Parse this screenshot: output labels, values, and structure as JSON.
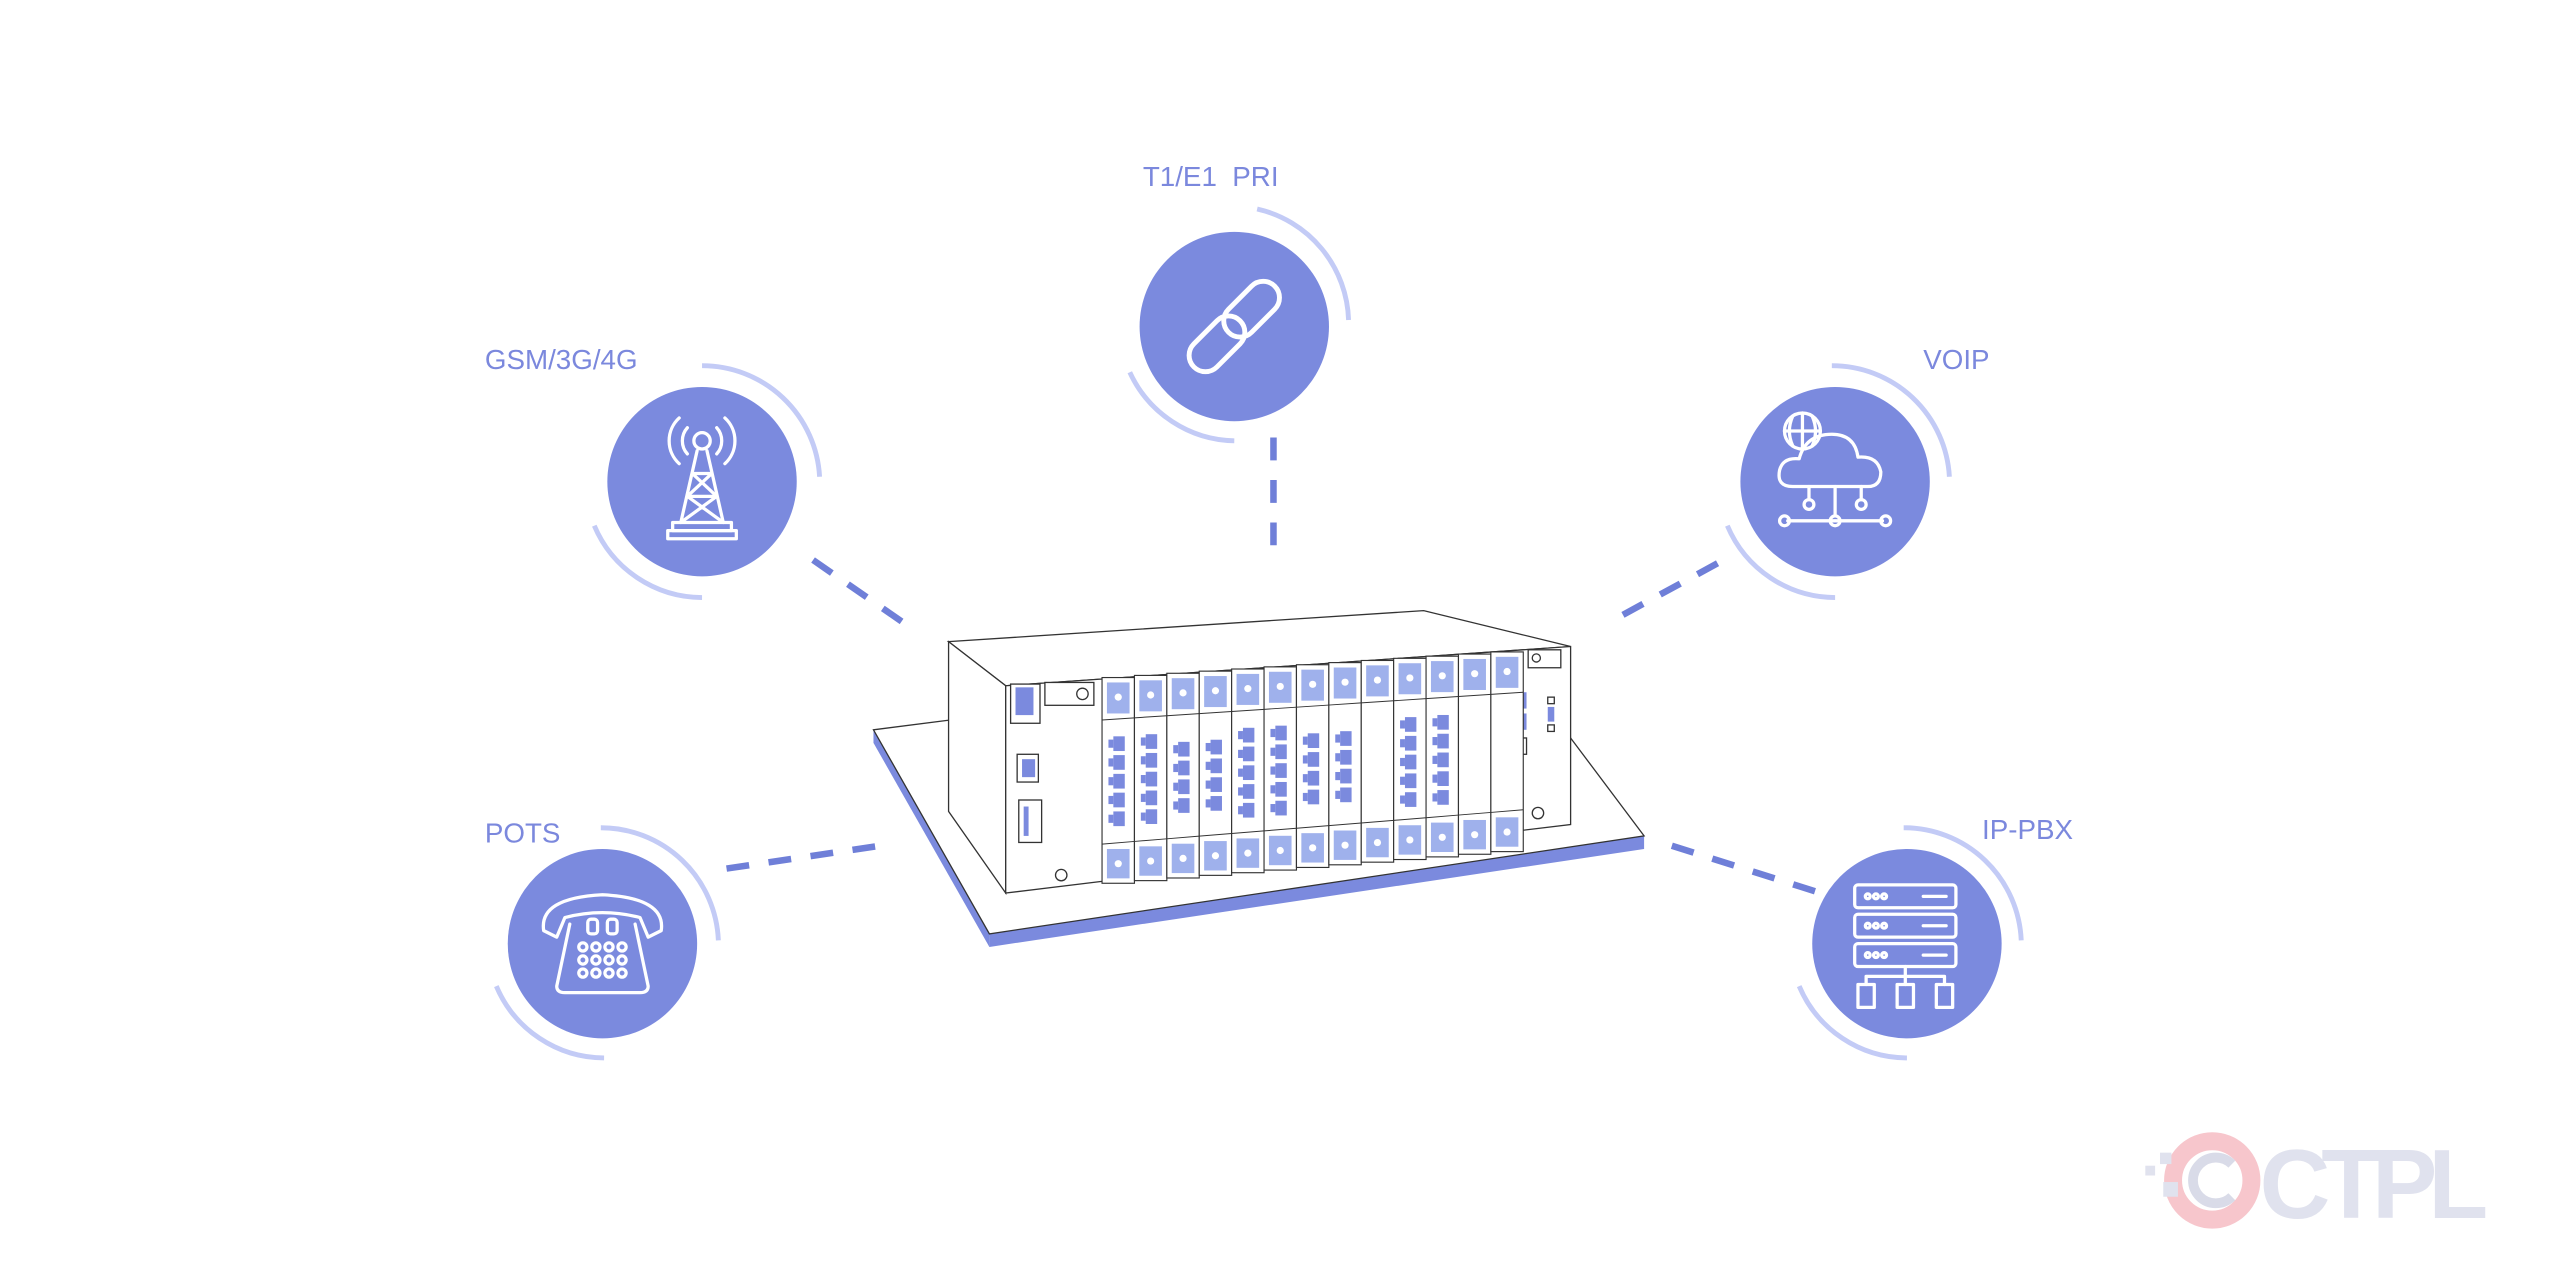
{
  "nodes": {
    "t1e1": {
      "label": "T1/E1  PRI",
      "icon": "chain-link-icon"
    },
    "gsm": {
      "label": "GSM/3G/4G",
      "icon": "cell-tower-icon"
    },
    "voip": {
      "label": "VOIP",
      "icon": "cloud-network-icon"
    },
    "pots": {
      "label": "POTS",
      "icon": "telephone-icon"
    },
    "ippbx": {
      "label": "IP-PBX",
      "icon": "server-rack-icon"
    }
  },
  "device": {
    "name": "gateway-chassis",
    "card_ports": [
      5,
      5,
      4,
      4,
      5,
      5,
      4,
      4,
      0,
      5,
      5,
      0,
      0
    ]
  },
  "logo": {
    "text": "CTPL"
  },
  "colors": {
    "accent": "#7b8ade",
    "light": "#c3cbf6",
    "tile": "#9fb1ec",
    "logo_red": "#f7c6cc",
    "logo_grey": "#e0e2ee"
  }
}
